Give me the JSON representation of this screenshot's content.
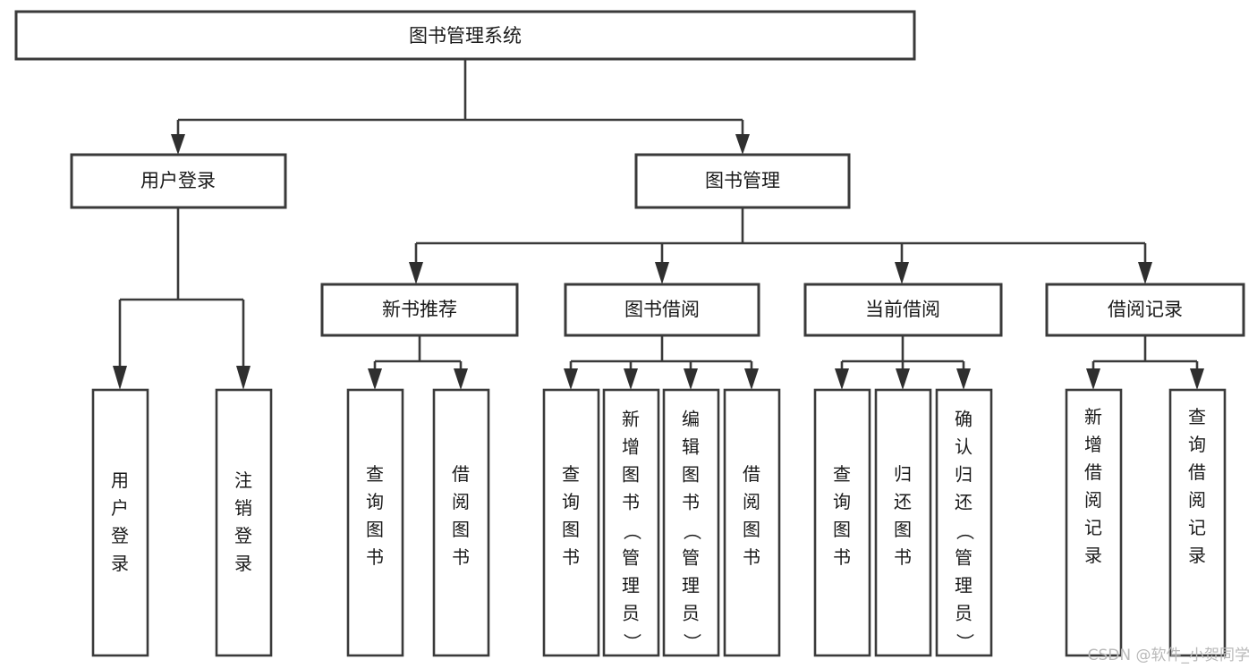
{
  "diagram": {
    "type": "tree-hierarchy",
    "title": "图书管理系统",
    "orientation": "top-down",
    "colors": {
      "box_stroke": "#3a3a3a",
      "box_fill": "#ffffff",
      "edge": "#3a3a3a",
      "text": "#1a1a1a",
      "watermark": "#b9b9b9",
      "background": "#ffffff"
    },
    "nodes": {
      "root": {
        "label": "图书管理系统"
      },
      "level2": [
        {
          "id": "user-login",
          "label": "用户登录"
        },
        {
          "id": "book-manage",
          "label": "图书管理"
        }
      ],
      "level3": [
        {
          "id": "new-book-recommend",
          "label": "新书推荐"
        },
        {
          "id": "book-borrow",
          "label": "图书借阅"
        },
        {
          "id": "current-borrow",
          "label": "当前借阅"
        },
        {
          "id": "borrow-record",
          "label": "借阅记录"
        }
      ],
      "leaves": {
        "user-login": [
          {
            "id": "leaf-user-login",
            "label": "用户登录"
          },
          {
            "id": "leaf-logout",
            "label": "注销登录"
          }
        ],
        "new-book-recommend": [
          {
            "id": "leaf-query-book-1",
            "label": "查询图书"
          },
          {
            "id": "leaf-borrow-book-1",
            "label": "借阅图书"
          }
        ],
        "book-borrow": [
          {
            "id": "leaf-query-book-2",
            "label": "查询图书"
          },
          {
            "id": "leaf-add-book",
            "label": "新增图书（管理员）"
          },
          {
            "id": "leaf-edit-book",
            "label": "编辑图书（管理员）"
          },
          {
            "id": "leaf-borrow-book-2",
            "label": "借阅图书"
          }
        ],
        "current-borrow": [
          {
            "id": "leaf-query-book-3",
            "label": "查询图书"
          },
          {
            "id": "leaf-return-book",
            "label": "归还图书"
          },
          {
            "id": "leaf-confirm-return",
            "label": "确认归还（管理员）"
          }
        ],
        "borrow-record": [
          {
            "id": "leaf-add-record",
            "label": "新增借阅记录"
          },
          {
            "id": "leaf-query-record",
            "label": "查询借阅记录"
          }
        ]
      }
    }
  },
  "watermark": {
    "text": "CSDN @软件_小贺同学"
  }
}
